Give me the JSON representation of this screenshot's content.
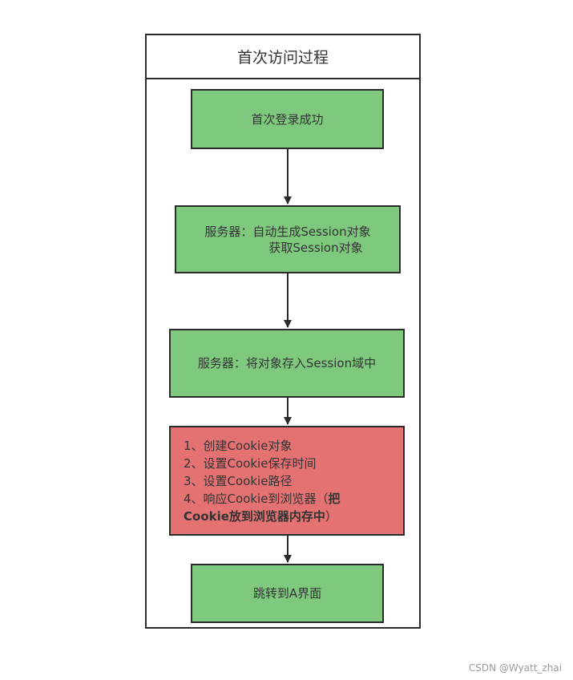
{
  "title": "首次访问过程",
  "steps": {
    "first_login": "首次登录成功",
    "server_session_line1": "服务器：自动生成Session对象",
    "server_session_line2": "获取Session对象",
    "store_object": "服务器：将对象存入Session域中",
    "cookie": {
      "item1": "1、创建Cookie对象",
      "item2": "2、设置Cookie保存时间",
      "item3": "3、设置Cookie路径",
      "item4_prefix": "4、响应Cookie到浏览器（",
      "item4_bold_a": "把",
      "item4_bold_b": "Cookie放到浏览器内存中",
      "item4_suffix": "）"
    },
    "redirect": "跳转到A界面"
  },
  "colors": {
    "process_fill": "#7fc97f",
    "highlight_fill": "#e57272",
    "stroke": "#2b2b2b"
  },
  "watermark": "CSDN @Wyatt_zhai"
}
